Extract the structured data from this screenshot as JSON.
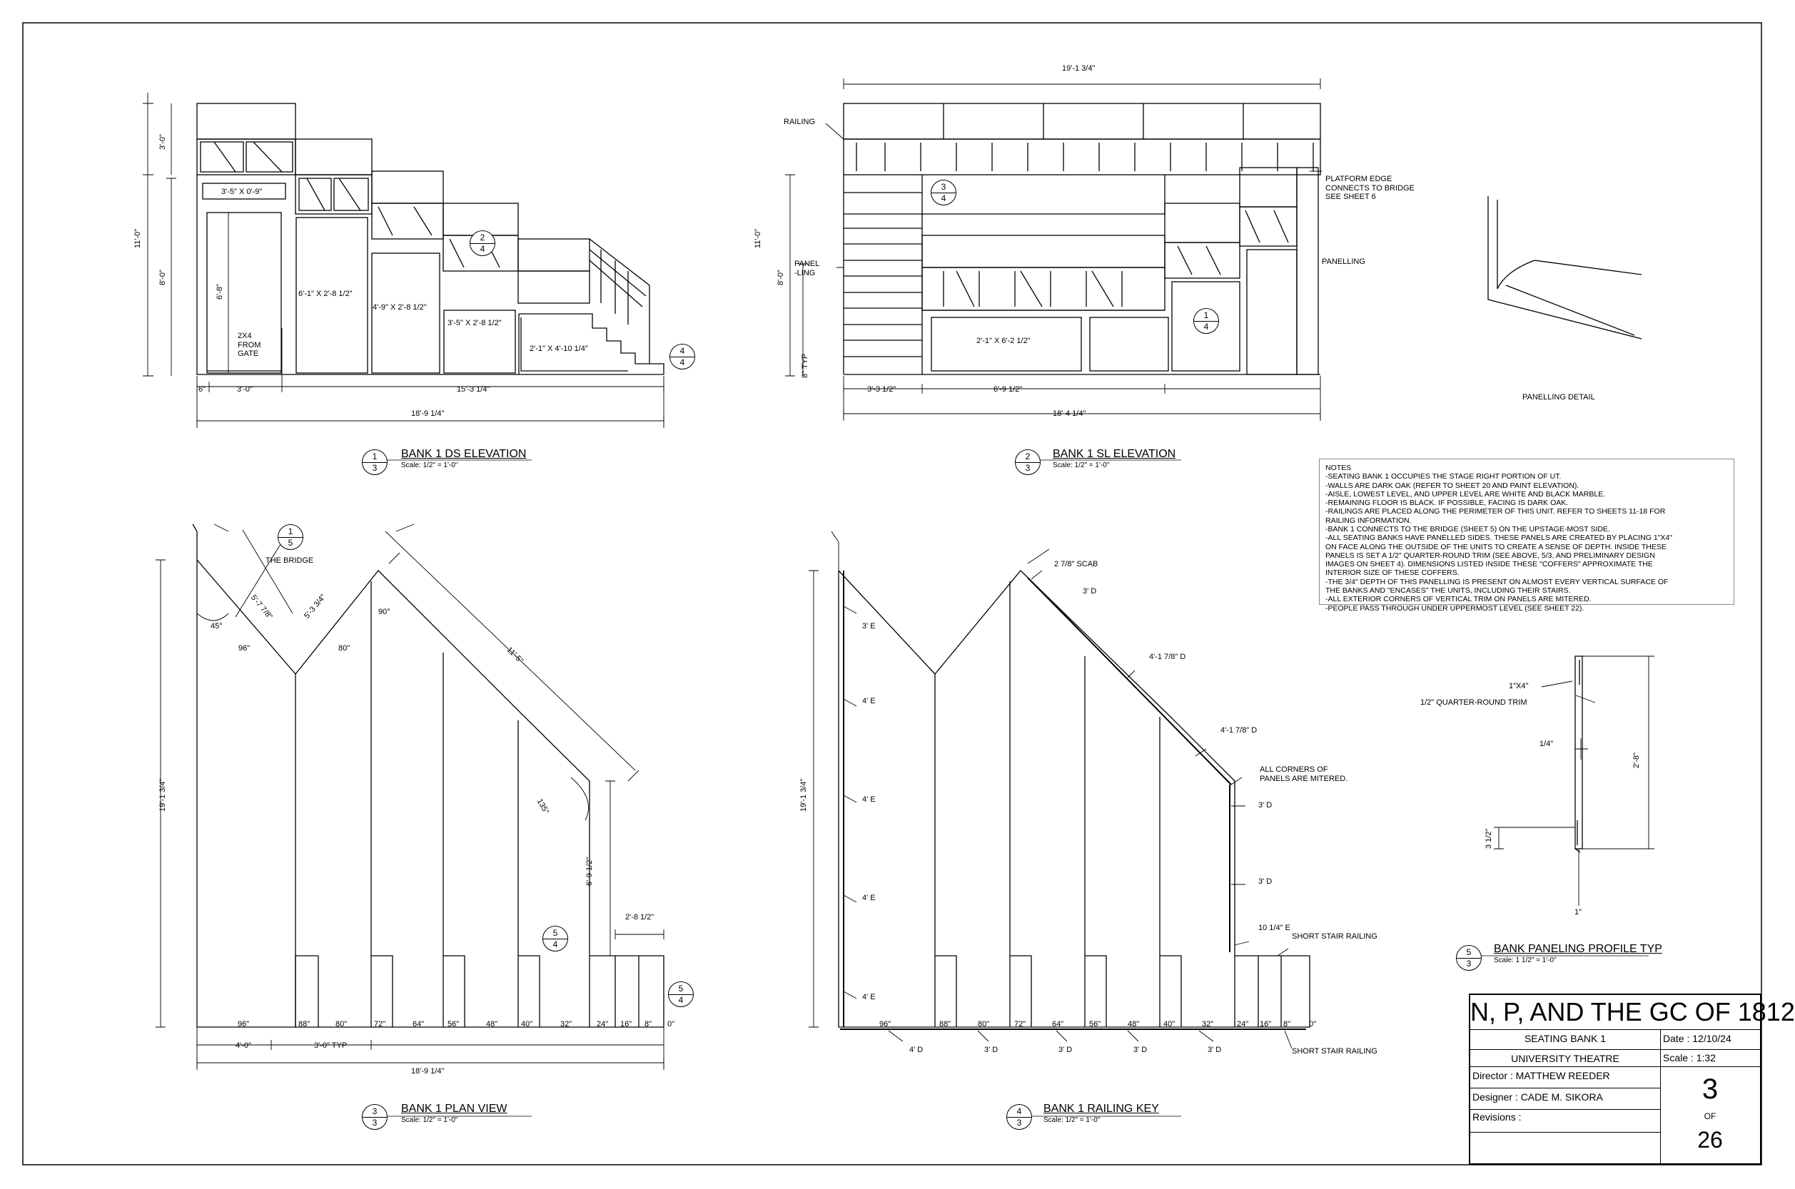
{
  "views": {
    "ds": {
      "number": "1",
      "sheet": "3",
      "title": "BANK 1 DS ELEVATION",
      "scale": "Scale: 1/2\" = 1'-0\""
    },
    "sl": {
      "number": "2",
      "sheet": "3",
      "title": "BANK 1 SL ELEVATION",
      "scale": "Scale: 1/2\" = 1'-0\""
    },
    "plan": {
      "number": "3",
      "sheet": "3",
      "title": "BANK 1 PLAN VIEW",
      "scale": "Scale: 1/2\" = 1'-0\""
    },
    "railing": {
      "number": "4",
      "sheet": "3",
      "title": "BANK 1 RAILING KEY",
      "scale": "Scale: 1/2\" = 1'-0\""
    },
    "profile": {
      "number": "5",
      "sheet": "3",
      "title": "BANK PANELING PROFILE TYP",
      "scale": "Scale: 1 1/2\" = 1'-0\""
    }
  },
  "callouts": {
    "ds_ref_2_4": {
      "top": "2",
      "bottom": "4"
    },
    "ds_ref_4_4": {
      "top": "4",
      "bottom": "4"
    },
    "sl_ref_3_4": {
      "top": "3",
      "bottom": "4"
    },
    "sl_ref_1_4": {
      "top": "1",
      "bottom": "4"
    },
    "plan_ref_1_5": {
      "top": "1",
      "bottom": "5"
    },
    "plan_ref_5_4a": {
      "top": "5",
      "bottom": "4"
    },
    "plan_ref_5_4b": {
      "top": "5",
      "bottom": "4"
    }
  },
  "ds_labels": {
    "dim_3_0_top": "3'-0\"",
    "dim_11_0": "11'-0\"",
    "dim_8_0": "8'-0\"",
    "dim_6_8": "6'-8\"",
    "coffer_a": "3'-5\" X 0'-9\"",
    "coffer_b": "6'-1\" X 2'-8 1/2\"",
    "coffer_c": "4'-9\" X 2'-8 1/2\"",
    "coffer_d": "3'-5\" X 2'-8 1/2\"",
    "coffer_e": "2'-1\" X 4'-10 1/4\"",
    "gate_note": "2X4\nFROM\nGATE",
    "dim_6in": "6\"",
    "dim_3_0_bottom": "3'-0\"",
    "dim_15_3": "15'-3 1/4\"",
    "dim_18_9": "18'-9 1/4\""
  },
  "sl_labels": {
    "dim_19_1": "19'-1 3/4\"",
    "railing": "RAILING",
    "platform_edge": "PLATFORM EDGE\nCONNECTS TO BRIDGE\nSEE SHEET 6",
    "panelling_right": "PANELLING",
    "panelling_left": "PANEL\n-LING",
    "dim_11_0": "11'-0\"",
    "dim_8_0": "8'-0\"",
    "dim_8_typ": "8\" TYP",
    "coffer": "2'-1\" X 6'-2 1/2\"",
    "dim_3_3": "3'-3 1/2\"",
    "dim_6_9": "6'-9 1/2\"",
    "dim_18_4": "18'-4 1/4\""
  },
  "panelling_detail": {
    "label": "PANELLING DETAIL"
  },
  "notes": {
    "title": "NOTES",
    "lines": [
      "-SEATING BANK 1 OCCUPIES THE STAGE RIGHT PORTION OF UT.",
      "-WALLS ARE DARK OAK (REFER TO SHEET 20 AND PAINT ELEVATION).",
      "-AISLE, LOWEST LEVEL, AND UPPER LEVEL ARE WHITE AND BLACK MARBLE.",
      "-REMAINING FLOOR IS BLACK. IF POSSIBLE, FACING IS DARK OAK.",
      "-RAILINGS ARE PLACED ALONG THE PERIMETER OF THIS UNIT. REFER TO SHEETS 11-18 FOR",
      "RAILING INFORMATION.",
      "-BANK 1 CONNECTS TO THE BRIDGE (SHEET 5) ON THE UPSTAGE-MOST SIDE.",
      "-ALL SEATING BANKS HAVE PANELLED SIDES. THESE PANELS ARE CREATED BY PLACING 1\"X4\"",
      "ON FACE ALONG THE OUTSIDE OF THE UNITS TO CREATE A SENSE OF DEPTH. INSIDE THESE",
      "PANELS IS SET A 1/2\" QUARTER-ROUND TRIM (SEE ABOVE, 5/3, AND PRELIMINARY DESIGN",
      "IMAGES ON SHEET 4). DIMENSIONS LISTED INSIDE THESE \"COFFERS\" APPROXIMATE THE",
      "INTERIOR SIZE OF THESE COFFERS.",
      "-THE 3/4\" DEPTH OF THIS PANELLING IS PRESENT ON ALMOST EVERY VERTICAL SURFACE OF",
      "THE BANKS AND \"ENCASES\" THE UNITS, INCLUDING THEIR STAIRS.",
      "-ALL EXTERIOR CORNERS OF VERTICAL TRIM ON PANELS ARE MITERED.",
      "-PEOPLE PASS THROUGH UNDER UPPERMOST LEVEL (SEE SHEET 22)."
    ]
  },
  "plan_labels": {
    "the_bridge": "THE BRIDGE",
    "dim_5_7": "5'-7 7/8\"",
    "dim_5_3": "5'-3 3/4\"",
    "angle_45": "45°",
    "angle_90": "90°",
    "angle_135": "135°",
    "dim_11_5": "11'-5\"",
    "dim_19_1": "19'-1 3/4\"",
    "dim_6_9": "6'-9 1/2\"",
    "dim_2_8": "2'-8 1/2\"",
    "h96_top": "96\"",
    "h80_top": "80\"",
    "heights": [
      "96\"",
      "88\"",
      "80\"",
      "72\"",
      "64\"",
      "56\"",
      "48\"",
      "40\"",
      "32\"",
      "24\"",
      "16\"",
      "8\"",
      "0\""
    ],
    "dim_4_0": "4'-0\"",
    "dim_3_0_typ": "3'-0\" TYP",
    "dim_18_9": "18'-9 1/4\""
  },
  "railing_labels": {
    "scab": "2 7/8\" SCAB",
    "d3_top": "3' D",
    "d4_1a": "4'-1 7/8\" D",
    "d4_1b": "4'-1 7/8\" D",
    "mitered": "ALL CORNERS OF\nPANELS ARE MITERED.",
    "d3_mid": "3' D",
    "d3_low": "3' D",
    "e10": "10 1/4\" E",
    "short_stair_a": "SHORT STAIR RAILING",
    "short_stair_b": "SHORT STAIR RAILING",
    "e3": "3' E",
    "e4a": "4' E",
    "e4b": "4' E",
    "e4c": "4' E",
    "e4d": "4' E",
    "dim_19_1": "19'-1 3/4\"",
    "heights": [
      "96\"",
      "88\"",
      "80\"",
      "72\"",
      "64\"",
      "56\"",
      "48\"",
      "40\"",
      "32\"",
      "24\"",
      "16\"",
      "8\"",
      "0\""
    ],
    "bottom_d": [
      "4' D",
      "3' D",
      "3' D",
      "3' D",
      "3' D"
    ]
  },
  "profile_labels": {
    "one_by_four": "1\"X4\"",
    "quarter_round": "1/2\" QUARTER-ROUND TRIM",
    "dim_quarter": "1/4\"",
    "dim_2_8": "2'-8\"",
    "dim_3_half": "3 1/2\"",
    "dim_1in": "1\""
  },
  "title_block": {
    "show": "N, P, AND THE GC OF 1812",
    "drawing": "SEATING BANK 1",
    "venue": "UNIVERSITY THEATRE",
    "director": "Director :  MATTHEW REEDER",
    "designer": "Designer :  CADE M. SIKORA",
    "revisions": "Revisions :",
    "date": "Date : 12/10/24",
    "scale": "Scale : 1:32",
    "sheet": "3",
    "of": "OF",
    "total": "26"
  }
}
